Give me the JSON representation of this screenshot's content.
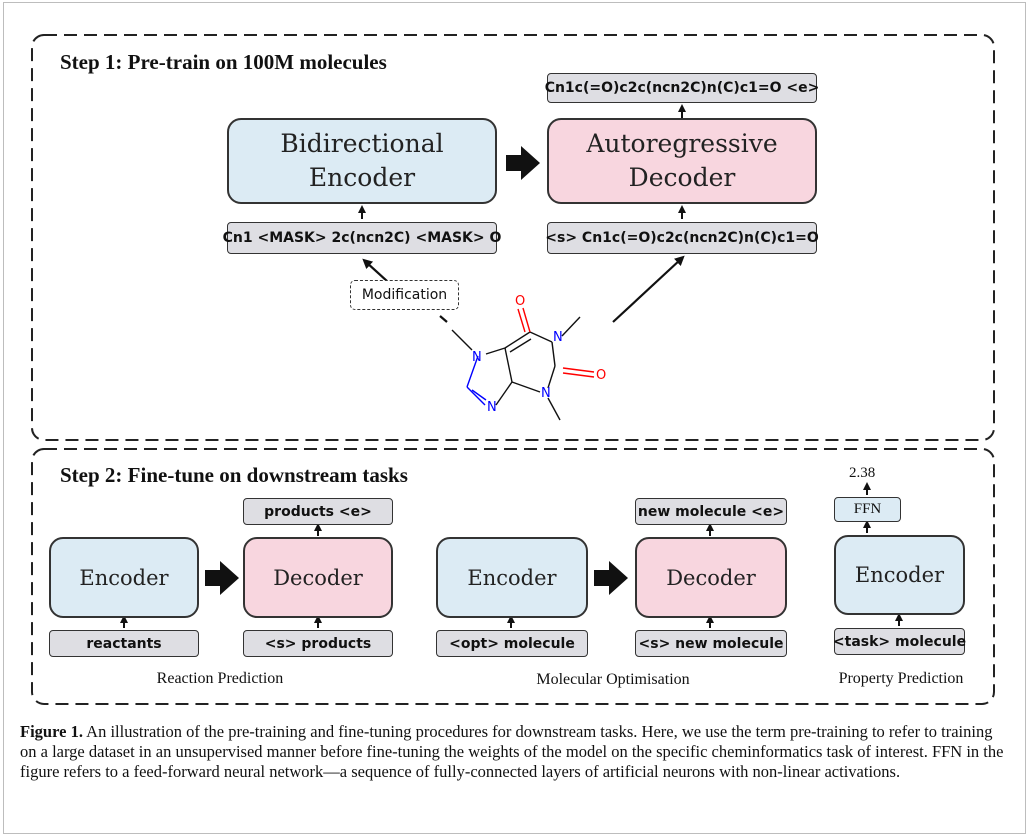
{
  "step1": {
    "title": "Step 1: Pre-train on 100M molecules",
    "encoder": {
      "line1": "Bidirectional",
      "line2": "Encoder"
    },
    "decoder": {
      "line1": "Autoregressive",
      "line2": "Decoder"
    },
    "encoder_input": "Cn1 <MASK> 2c(ncn2C) <MASK> O",
    "decoder_input": "<s> Cn1c(=O)c2c(ncn2C)n(C)c1=O",
    "decoder_output": "Cn1c(=O)c2c(ncn2C)n(C)c1=O <e>",
    "modification": "Modification",
    "molecule_atoms": {
      "o": "O",
      "n": "N"
    }
  },
  "step2": {
    "title": "Step 2: Fine-tune on downstream tasks",
    "reaction": {
      "encoder": "Encoder",
      "decoder": "Decoder",
      "encoder_input": "reactants",
      "decoder_input": "<s> products",
      "decoder_output": "products <e>",
      "label": "Reaction Prediction"
    },
    "optimisation": {
      "encoder": "Encoder",
      "decoder": "Decoder",
      "encoder_input": "<opt> molecule",
      "decoder_input": "<s> new molecule",
      "decoder_output": "new molecule <e>",
      "label": "Molecular Optimisation"
    },
    "property": {
      "encoder": "Encoder",
      "encoder_input": "<task> molecule",
      "ffn": "FFN",
      "output_value": "2.38",
      "label": "Property Prediction"
    }
  },
  "caption": {
    "label": "Figure 1.",
    "text": "An illustration of the pre-training and fine-tuning procedures for downstream tasks. Here, we use the term pre-training to refer to training on a large dataset in an unsupervised manner before fine-tuning the weights of the model on the specific cheminformatics task of interest. FFN in the figure refers to a feed-forward neural network—a sequence of fully-connected layers of artificial neurons with non-linear activations."
  },
  "colors": {
    "encoder": "#dcebf4",
    "decoder": "#f8d6df",
    "token": "#dedee3",
    "oxygen": "#ff0000",
    "nitrogen": "#0000ff"
  }
}
